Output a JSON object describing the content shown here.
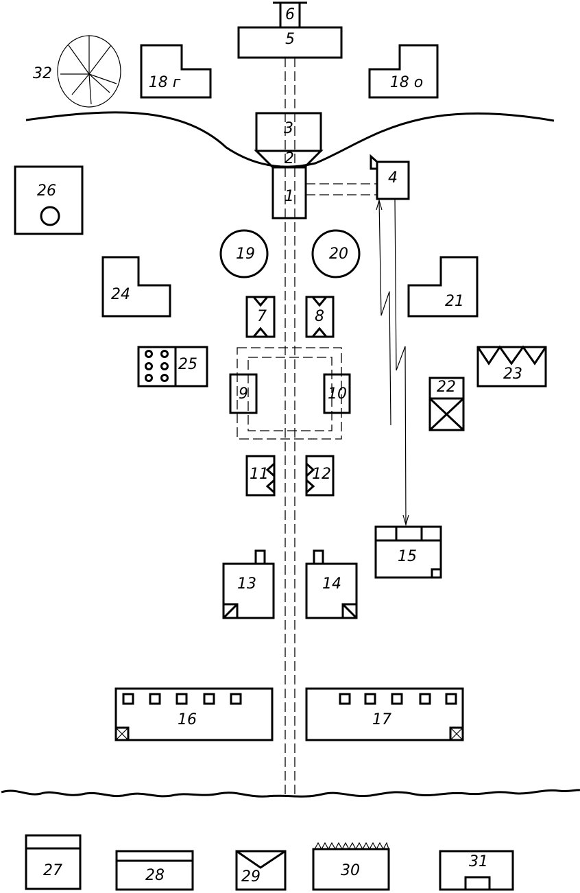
{
  "labels": {
    "b1": "1",
    "b2": "2",
    "b3": "3",
    "b4": "4",
    "b5": "5",
    "b6": "6",
    "b7": "7",
    "b8": "8",
    "b9": "9",
    "b10": "10",
    "b11": "11",
    "b12": "12",
    "b13": "13",
    "b14": "14",
    "b15": "15",
    "b16": "16",
    "b17": "17",
    "b18g": "18 г",
    "b18o": "18 о",
    "b19": "19",
    "b20": "20",
    "b21": "21",
    "b22": "22",
    "b23": "23",
    "b24": "24",
    "b25": "25",
    "b26": "26",
    "b27": "27",
    "b28": "28",
    "b29": "29",
    "b30": "30",
    "b31": "31",
    "b32": "32"
  },
  "colors": {
    "line": "#000000",
    "background": "#ffffff"
  }
}
